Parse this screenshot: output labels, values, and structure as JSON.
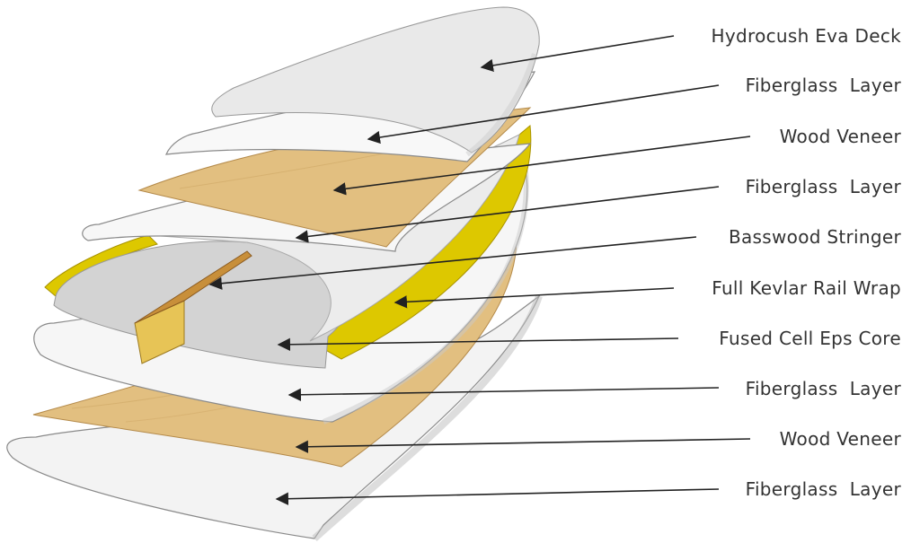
{
  "diagram": {
    "labels": [
      {
        "key": "deck",
        "text": "Hydrocush Eva Deck"
      },
      {
        "key": "fg1",
        "text": "Fiberglass  Layer"
      },
      {
        "key": "wood1",
        "text": "Wood Veneer"
      },
      {
        "key": "fg2",
        "text": "Fiberglass  Layer"
      },
      {
        "key": "stringer",
        "text": "Basswood Stringer"
      },
      {
        "key": "kevlar",
        "text": "Full Kevlar Rail Wrap"
      },
      {
        "key": "core",
        "text": "Fused Cell Eps Core"
      },
      {
        "key": "fg3",
        "text": "Fiberglass  Layer"
      },
      {
        "key": "wood2",
        "text": "Wood Veneer"
      },
      {
        "key": "fg4",
        "text": "Fiberglass  Layer"
      }
    ]
  },
  "colors": {
    "fiberglass": "#f5f5f5",
    "wood": "#e2bf80",
    "kevlar": "#ddc800",
    "core": "#d3d3d3",
    "deck": "#e9e9e9",
    "stringer": "#d9ad45",
    "leader": "#222222",
    "text": "#333333"
  }
}
